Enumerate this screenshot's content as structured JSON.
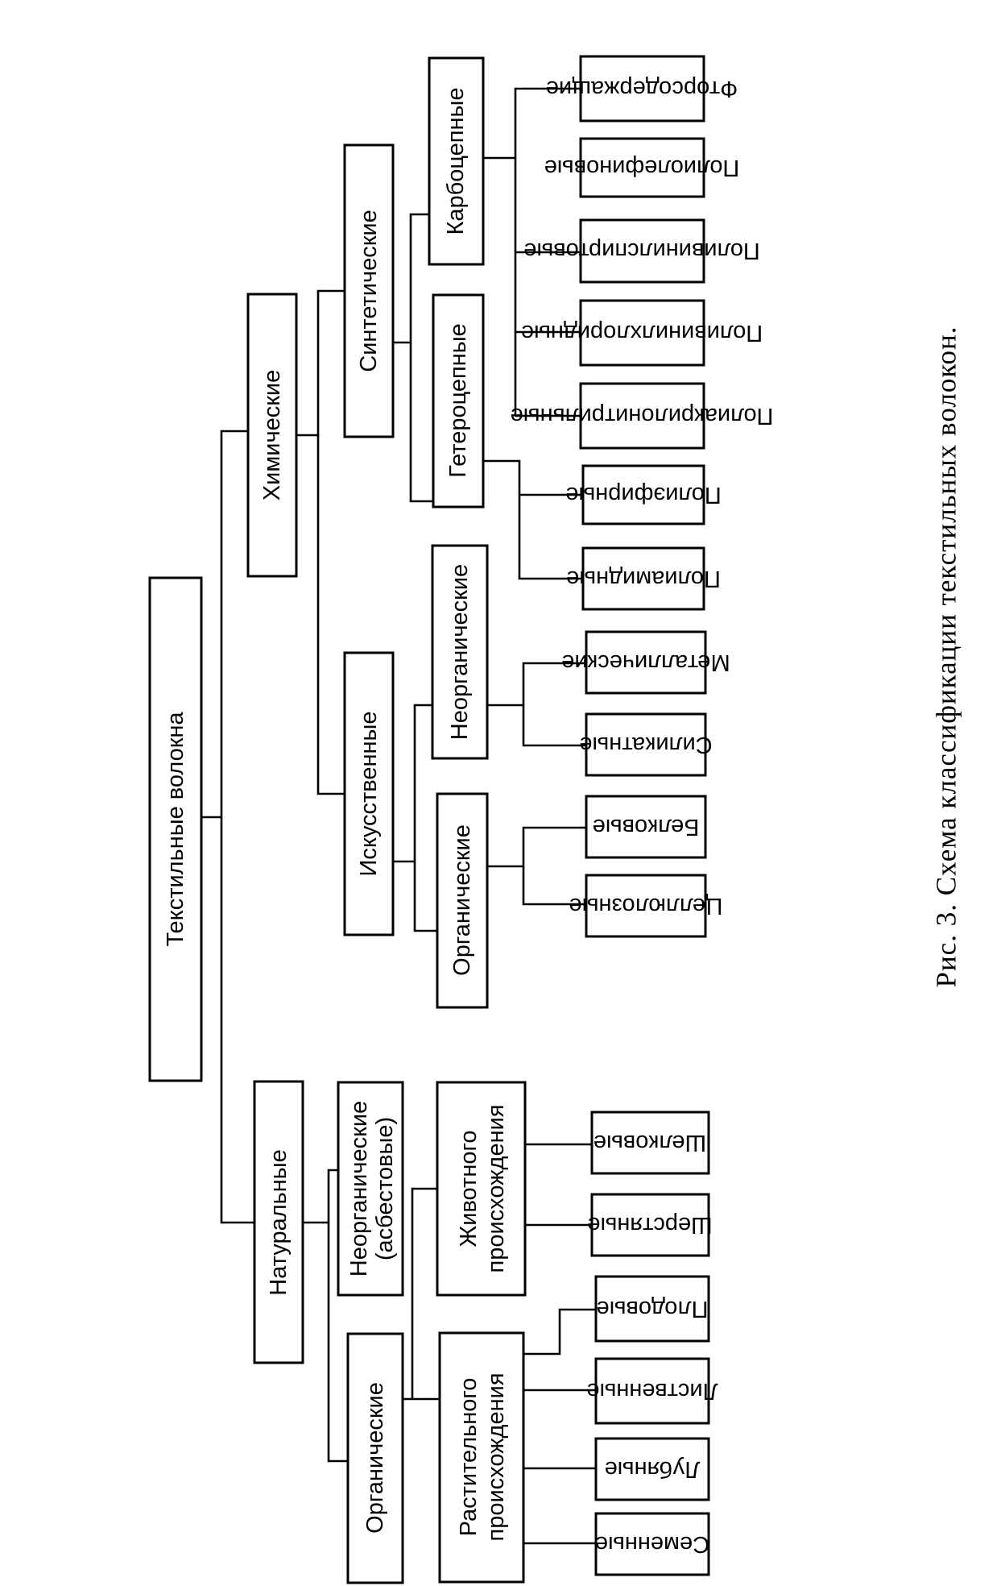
{
  "caption": "Рис. 3. Схема классификации текстильных волокон.",
  "root": "Текстильные волокна",
  "natural": {
    "label": "Натуральные",
    "inorganic": {
      "line1": "Неорганические",
      "line2": "(асбестовые)"
    },
    "organic": "Органические",
    "plant": {
      "line1": "Растительного",
      "line2": "происхождения"
    },
    "animal": {
      "line1": "Животного",
      "line2": "происхождения"
    },
    "plant_items": [
      "Семенные",
      "Лубяные",
      "Лиственные",
      "Плодовые"
    ],
    "animal_items": [
      "Шерстяные",
      "Шелковые"
    ]
  },
  "chemical": {
    "label": "Химические",
    "artificial": "Искусственные",
    "synthetic": "Синтетические",
    "art_organic": "Органические",
    "art_inorganic": "Неорганические",
    "heterochain": "Гетероцепные",
    "carbochain": "Карбоцепные",
    "art_organic_items": [
      "Целлюлозные",
      "Белковые"
    ],
    "art_inorganic_items": [
      "Силикатные",
      "Металлические"
    ],
    "heterochain_items": [
      "Полиамидные",
      "Полиэфирные"
    ],
    "carbochain_items": [
      "Полиакрилонитрильные",
      "Поливинилхлоридные",
      "Поливинилспиртовые",
      "Полиолефиновые",
      "Фторсодержащие"
    ]
  }
}
